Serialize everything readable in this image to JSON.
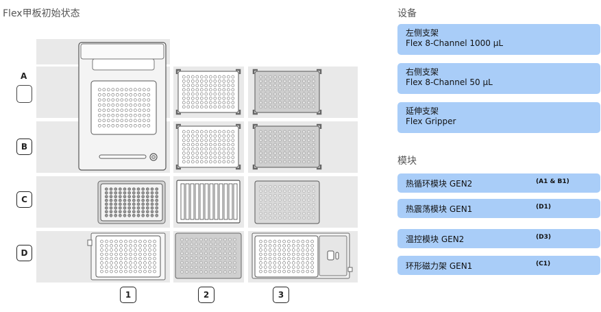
{
  "deck": {
    "title": "Flex甲板初始状态",
    "rows": [
      "A",
      "B",
      "C",
      "D"
    ],
    "columns": [
      "1",
      "2",
      "3"
    ]
  },
  "sidebar": {
    "equipment_title": "设备",
    "pipettes": [
      {
        "mount": "左侧支架",
        "name": "Flex 8-Channel 1000 µL"
      },
      {
        "mount": "右侧支架",
        "name": "Flex 8-Channel 50 µL"
      },
      {
        "mount": "延伸支架",
        "name": "Flex Gripper"
      }
    ],
    "modules_title": "模块",
    "modules": [
      {
        "name": "热循环模块 GEN2",
        "location": "(A1 & B1)"
      },
      {
        "name": "热震荡模块 GEN1",
        "location": "(D1)"
      },
      {
        "name": "温控模块 GEN2",
        "location": "(D3)"
      },
      {
        "name": "环形磁力架 GEN1",
        "location": "(C1)"
      }
    ]
  },
  "colors": {
    "card_bg": "#a9cdf8",
    "slot_bg": "#e9e9e9",
    "labware_dark": "#555555"
  }
}
